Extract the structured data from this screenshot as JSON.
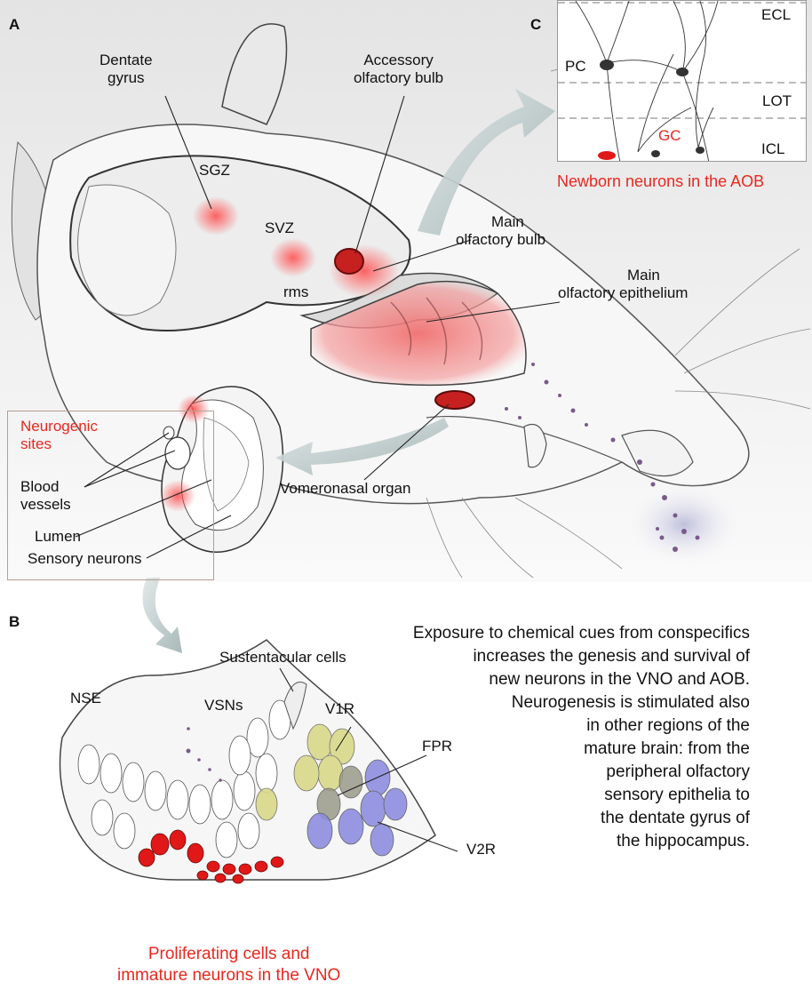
{
  "panels": {
    "a": "A",
    "b": "B",
    "c": "C"
  },
  "panel_a": {
    "dentate_gyrus": [
      "Dentate",
      "gyrus"
    ],
    "sgz": "SGZ",
    "svz": "SVZ",
    "rms": "rms",
    "accessory_olfactory_bulb": [
      "Accessory",
      "olfactory bulb"
    ],
    "main_olfactory_bulb": [
      "Main",
      "olfactory bulb"
    ],
    "main_olfactory_epithelium": [
      "Main",
      "olfactory epithelium"
    ],
    "vomeronasal_organ": "Vomeronasal organ",
    "neurogenic_sites": [
      "Neurogenic",
      "sites"
    ],
    "blood_vessels": [
      "Blood",
      "vessels"
    ],
    "lumen": "Lumen",
    "sensory_neurons": "Sensory neurons"
  },
  "panel_c": {
    "layers": [
      "ECL",
      "LOT",
      "ICL"
    ],
    "pc": "PC",
    "gc": "GC",
    "caption": "Newborn neurons in the AOB"
  },
  "panel_b": {
    "sustentacular_cells": "Sustentacular cells",
    "nse": "NSE",
    "vsns": "VSNs",
    "v1r": "V1R",
    "fpr": "FPR",
    "v2r": "V2R",
    "caption": [
      "Proliferating cells and",
      "immature neurons in the VNO"
    ]
  },
  "exposure_text": [
    "Exposure to chemical cues from conspecifics",
    "increases the genesis and survival of",
    "new neurons in the VNO and AOB.",
    "Neurogenesis is stimulated also",
    "in other regions of the",
    "mature brain: from the",
    "peripheral olfactory",
    "sensory epithelia to",
    "the dentate gyrus of",
    "the hippocampus."
  ],
  "colors": {
    "highlight_red": "#e8281e",
    "v1r_yellow": "#d9d98a",
    "v2r_blue": "#8e8ee0",
    "pheromone_purple": "#7a5a8a"
  }
}
